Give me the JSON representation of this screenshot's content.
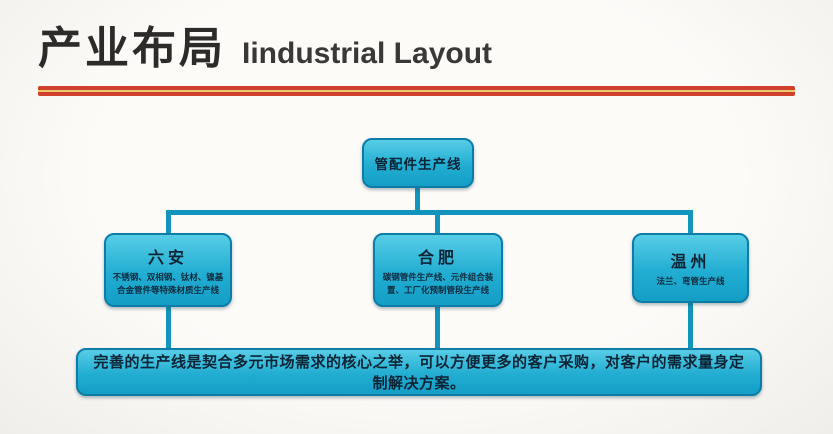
{
  "header": {
    "title_zh": "产业布局",
    "title_en": "Iindustrial Layout"
  },
  "chart": {
    "root_label": "管配件生产线",
    "branches": [
      {
        "name": "六安",
        "desc": "不锈钢、双相钢、钛材、镍基合金管件等特殊材质生产线"
      },
      {
        "name": "合肥",
        "desc": "碳钢管件生产线、元件组合装置、工厂化预制管段生产线"
      },
      {
        "name": "温州",
        "desc": "法兰、弯管生产线"
      }
    ],
    "summary": "完善的生产线是契合多元市场需求的核心之举，可以方便更多的客户采购，对客户的需求量身定制解决方案。"
  },
  "colors": {
    "box_fill": "#22adD2",
    "box_border": "#0d7ca6",
    "connector": "#1295bd",
    "divider_red": "#cf402d",
    "divider_yellow": "#eec86d",
    "text_dark": "#0a2335"
  }
}
